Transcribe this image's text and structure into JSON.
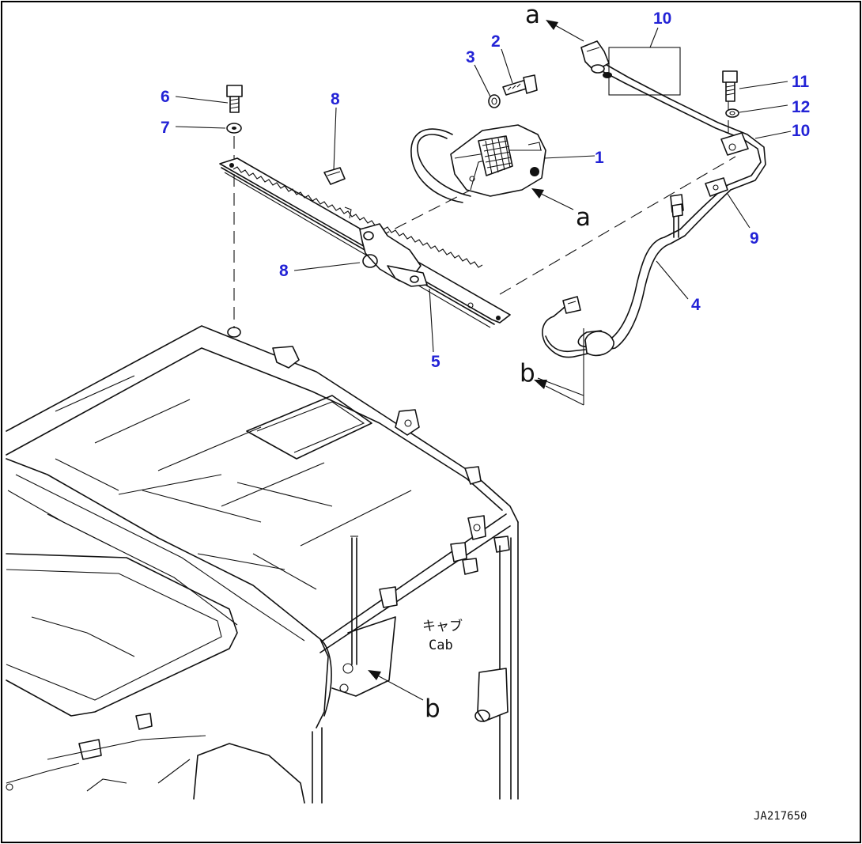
{
  "frame": {
    "border_color": "#000000"
  },
  "labels": {
    "part_1": "1",
    "part_2": "2",
    "part_3": "3",
    "part_4": "4",
    "part_5": "5",
    "part_6": "6",
    "part_7": "7",
    "part_8_upper": "8",
    "part_8_lower": "8",
    "part_9": "9",
    "part_10_upper": "10",
    "part_10_right": "10",
    "part_11": "11",
    "part_12": "12"
  },
  "refs": {
    "a_top": "a",
    "a_lamp": "a",
    "b_harness": "b",
    "b_cab": "b"
  },
  "cab": {
    "label_jp": "キャブ",
    "label_en": "Cab"
  },
  "drawing_code": "JA217650",
  "colors": {
    "part_number": "#2323d6",
    "linework": "#111111",
    "background": "#ffffff"
  }
}
